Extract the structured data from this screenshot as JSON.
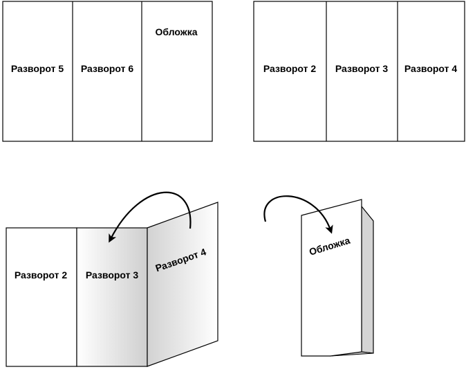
{
  "sheet_top_left": {
    "panels": [
      "Разворот 5",
      "Разворот 6",
      "Обложка"
    ]
  },
  "sheet_top_right": {
    "panels": [
      "Разворот 2",
      "Разворот 3",
      "Разворот 4"
    ]
  },
  "fold_step": {
    "panels": [
      "Разворот 2",
      "Разворот 3",
      "Разворот 4"
    ]
  },
  "folded_result": {
    "cover_label": "Обложка"
  },
  "colors": {
    "stroke": "#000000",
    "shade_dark": "#c8c8c8",
    "shade_light": "#ffffff",
    "fold_side": "#d4d4d4"
  }
}
